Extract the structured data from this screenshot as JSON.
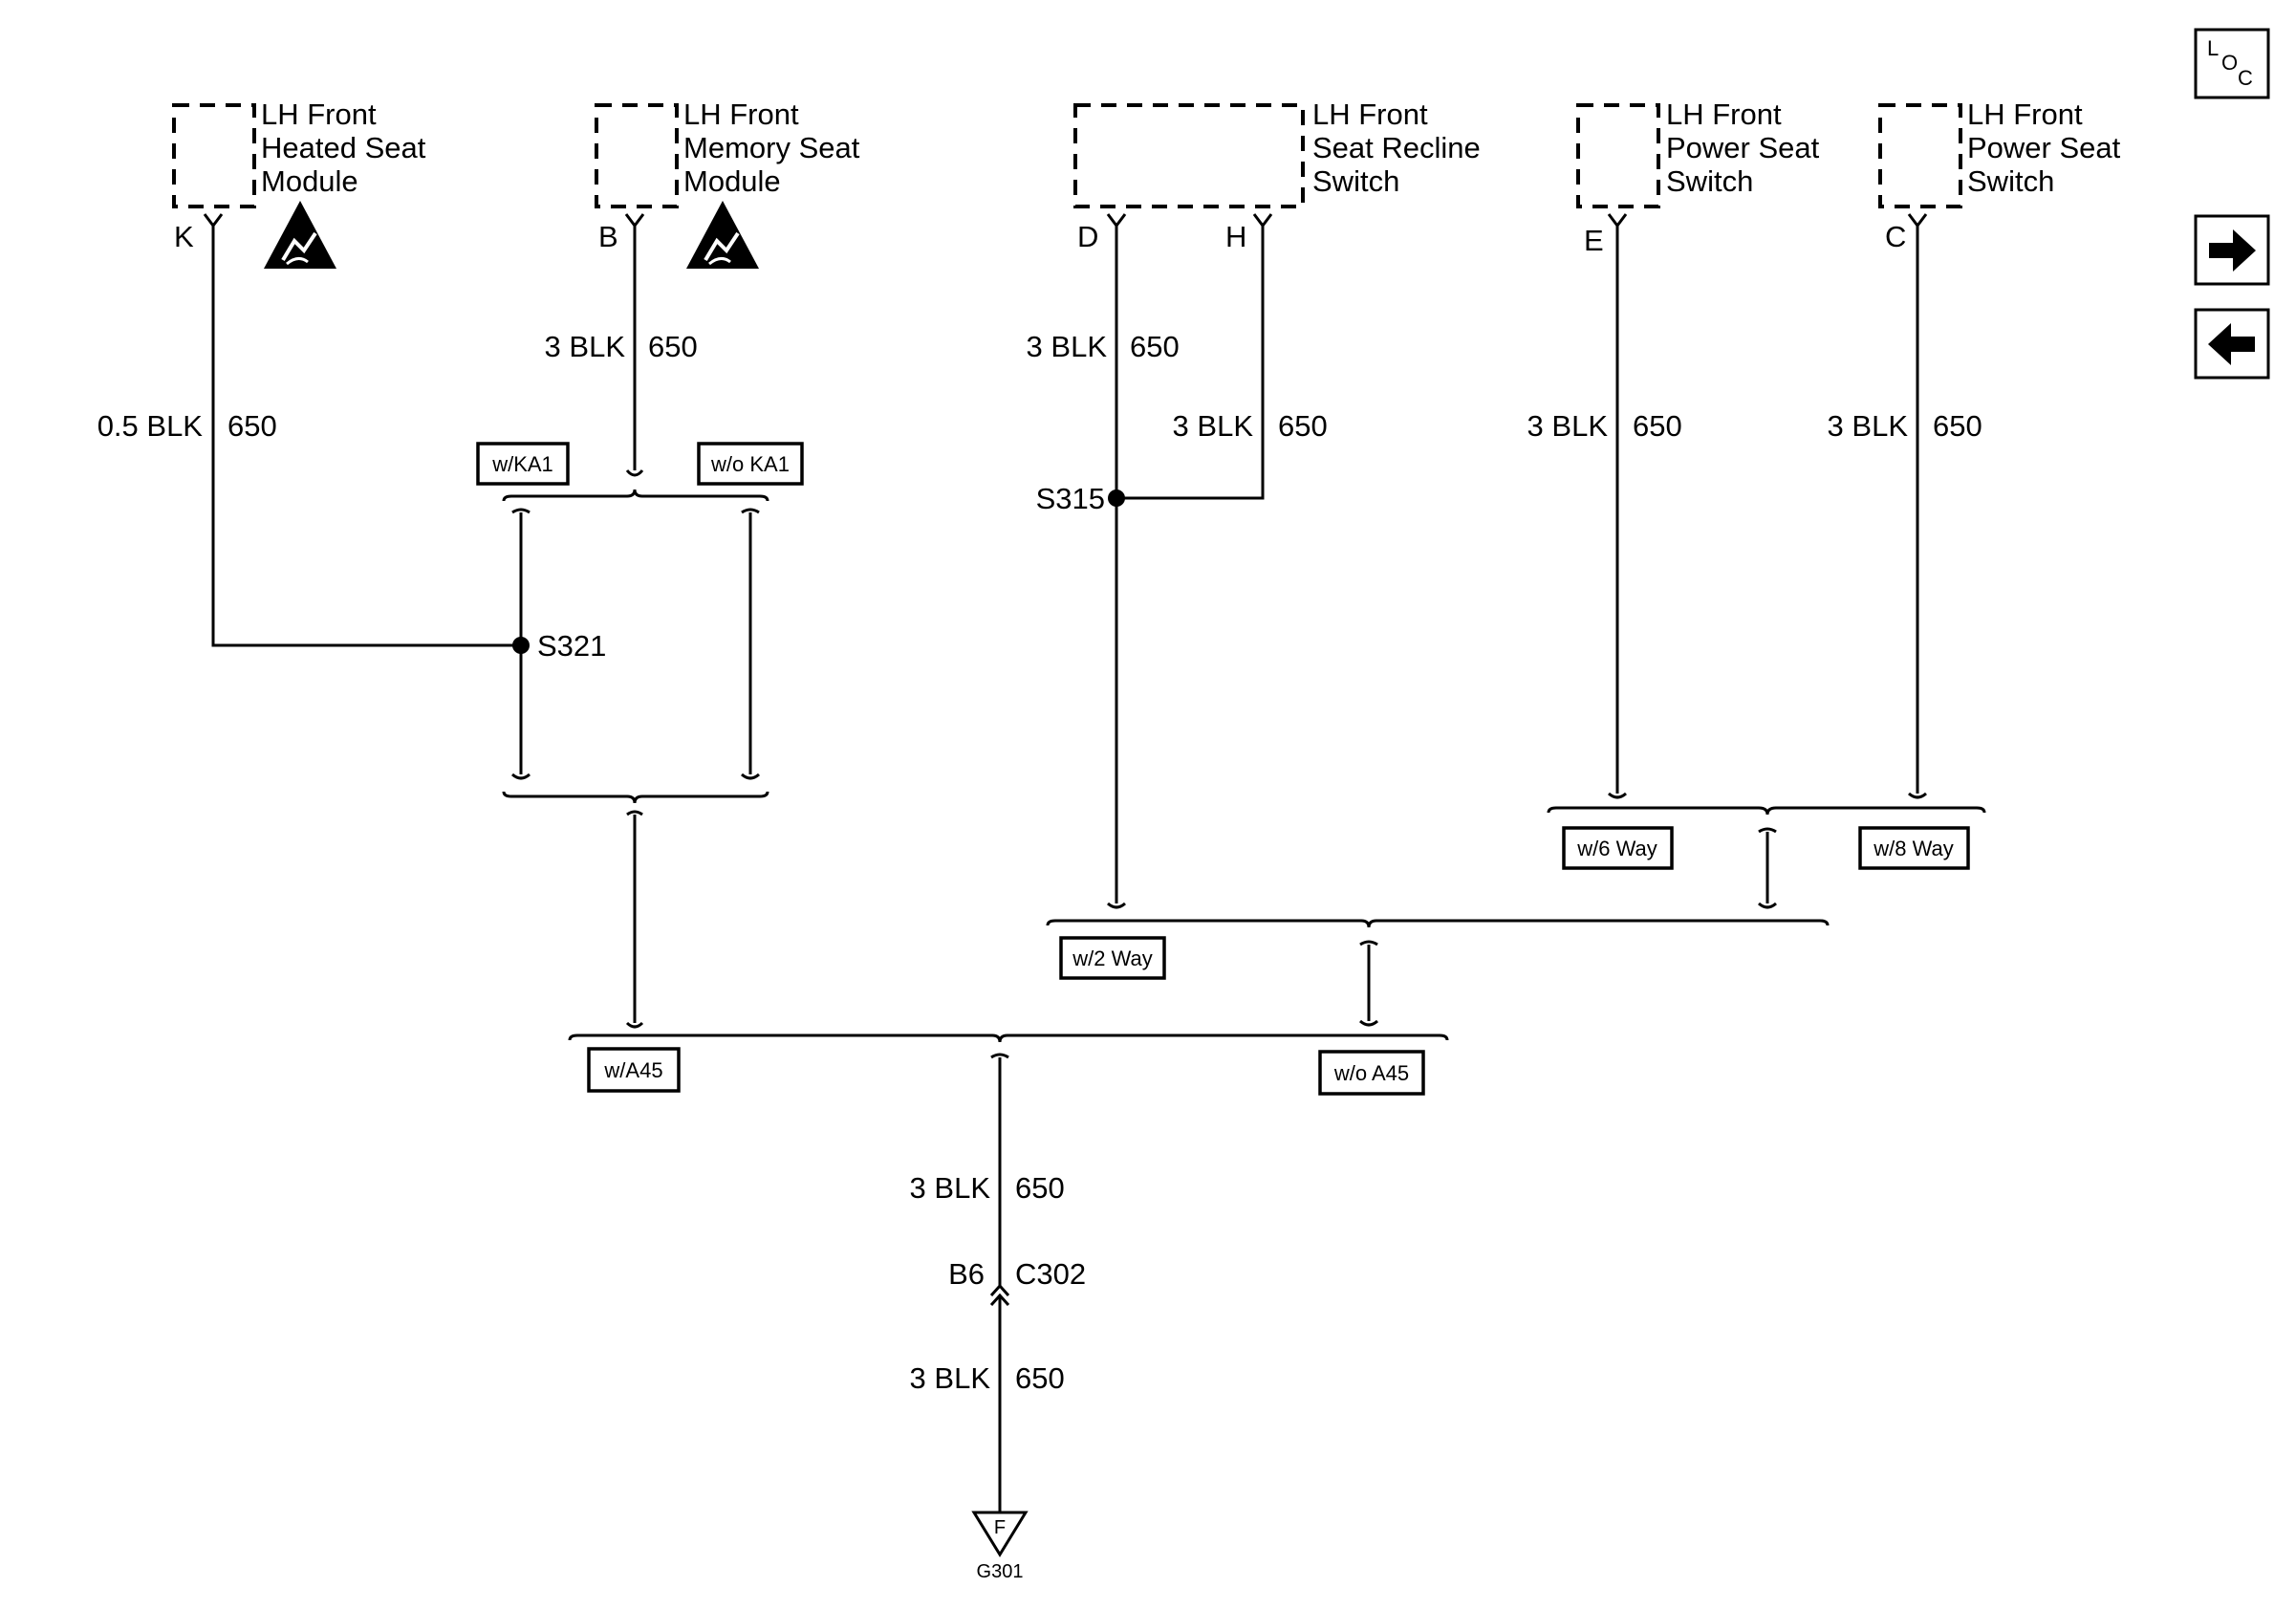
{
  "components": {
    "heated_seat": {
      "line1": "LH Front",
      "line2": "Heated Seat",
      "line3": "Module",
      "pin": "K"
    },
    "memory_seat": {
      "line1": "LH Front",
      "line2": "Memory Seat",
      "line3": "Module",
      "pin": "B"
    },
    "recline": {
      "line1": "LH Front",
      "line2": "Seat Recline",
      "line3": "Switch",
      "pin_d": "D",
      "pin_h": "H"
    },
    "power_seat_e": {
      "line1": "LH Front",
      "line2": "Power Seat",
      "line3": "Switch",
      "pin": "E"
    },
    "power_seat_c": {
      "line1": "LH Front",
      "line2": "Power Seat",
      "line3": "Switch",
      "pin": "C"
    }
  },
  "wires": {
    "k": {
      "gauge": "0.5 BLK",
      "circuit": "650"
    },
    "b": {
      "gauge": "3 BLK",
      "circuit": "650"
    },
    "d": {
      "gauge": "3 BLK",
      "circuit": "650"
    },
    "h": {
      "gauge": "3 BLK",
      "circuit": "650"
    },
    "e": {
      "gauge": "3 BLK",
      "circuit": "650"
    },
    "c": {
      "gauge": "3 BLK",
      "circuit": "650"
    },
    "main_upper": {
      "gauge": "3 BLK",
      "circuit": "650"
    },
    "main_lower": {
      "gauge": "3 BLK",
      "circuit": "650"
    }
  },
  "splices": {
    "s321": "S321",
    "s315": "S315"
  },
  "options": {
    "w_ka1": "w/KA1",
    "wo_ka1": "w/o KA1",
    "w_6way": "w/6 Way",
    "w_8way": "w/8 Way",
    "w_2way": "w/2 Way",
    "w_a45": "w/A45",
    "wo_a45": "w/o A45"
  },
  "connector": {
    "pin": "B6",
    "name": "C302"
  },
  "ground": {
    "terminal": "F",
    "name": "G301"
  },
  "nav": {
    "loc_l": "L",
    "loc_o": "O",
    "loc_c": "C",
    "forward_icon": "arrow-right-icon",
    "back_icon": "arrow-left-icon"
  }
}
